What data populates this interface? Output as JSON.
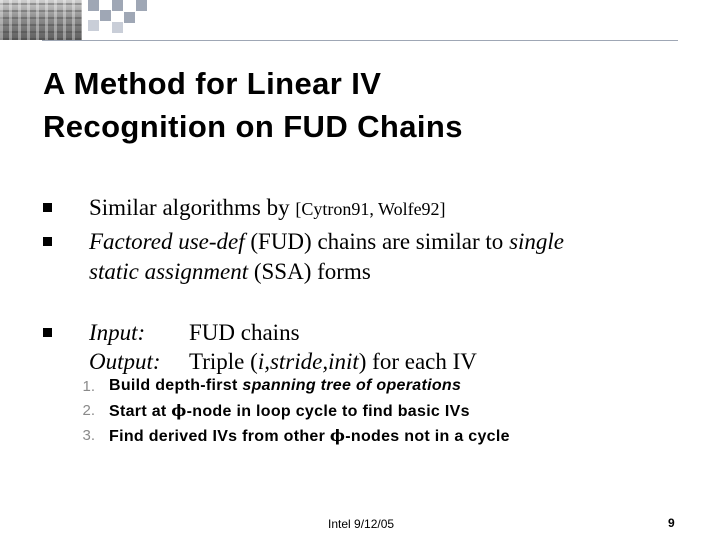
{
  "title": {
    "line1": "A Method for Linear IV",
    "line2": "Recognition on FUD Chains"
  },
  "bullets": {
    "b1": {
      "text": "Similar algorithms by ",
      "ref": "[Cytron91, Wolfe92]"
    },
    "b2": {
      "l1_a": "Factored use-def",
      "l1_b": " (FUD) chains are similar to ",
      "l1_c": "single",
      "l2_a": "static assignment",
      "l2_b": " (SSA) forms"
    },
    "b3": {
      "l1_a": "Input:",
      "l1_b": "FUD chains",
      "l2_a": "Output:",
      "l2_b": "Triple (",
      "l2_c": "i,stride,init",
      "l2_d": ") for each IV"
    }
  },
  "steps": [
    {
      "num": "1.",
      "a": "Build depth-first ",
      "b": "spanning tree of operations",
      "c": ""
    },
    {
      "num": "2.",
      "a": "Start at ",
      "phi": "ϕ",
      "b": "-node in loop cycle to find basic IVs"
    },
    {
      "num": "3.",
      "a": "Find derived IVs from other ",
      "phi": "ϕ",
      "b": "-nodes not in a cycle"
    }
  ],
  "footer": {
    "text": "Intel 9/12/05",
    "page": "9"
  },
  "colors": {
    "accent": "#9fa7b5",
    "bullet": "#000000",
    "step_number": "#8a8a8a"
  }
}
